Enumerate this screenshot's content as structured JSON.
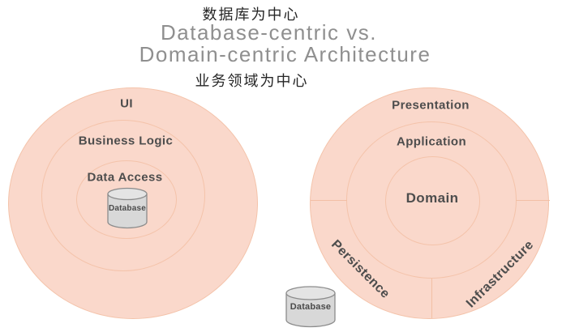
{
  "header": {
    "zh_top": "数据库为中心",
    "title_line1": "Database-centric vs.",
    "title_line2": "Domain-centric Architecture",
    "zh_bottom": "业务领域为中心"
  },
  "left_diagram": {
    "name": "Database-centric architecture",
    "layers": [
      {
        "label": "UI"
      },
      {
        "label": "Business Logic"
      },
      {
        "label": "Data Access"
      }
    ],
    "database_label": "Database"
  },
  "right_diagram": {
    "name": "Domain-centric architecture",
    "layers": [
      {
        "label": "Presentation"
      },
      {
        "label": "Application"
      },
      {
        "label": "Domain"
      },
      {
        "label": "Persistence"
      },
      {
        "label": "Infrastructure"
      }
    ],
    "database_label": "Database"
  },
  "colors": {
    "ring_fill": "#fad8cb",
    "ring_stroke": "#f4c3aa",
    "divider": "#f2bfa5",
    "title_gray": "#8f8f8f",
    "chinese_text": "#262626",
    "layer_label": "#4d4d4d",
    "db_body": "#d8d8d8",
    "db_top": "#e4e4e4",
    "db_stroke": "#8c8c8c"
  }
}
